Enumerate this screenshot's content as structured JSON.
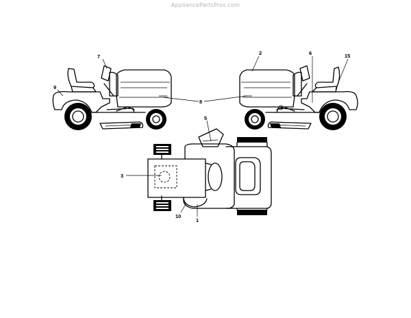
{
  "watermark": "AppliancePartsPros.com",
  "callouts": {
    "c1": "1",
    "c2": "2",
    "c3": "3",
    "c5": "5",
    "c6": "6",
    "c7": "7",
    "c8": "8",
    "c9": "9",
    "c10": "10",
    "c15": "15"
  }
}
